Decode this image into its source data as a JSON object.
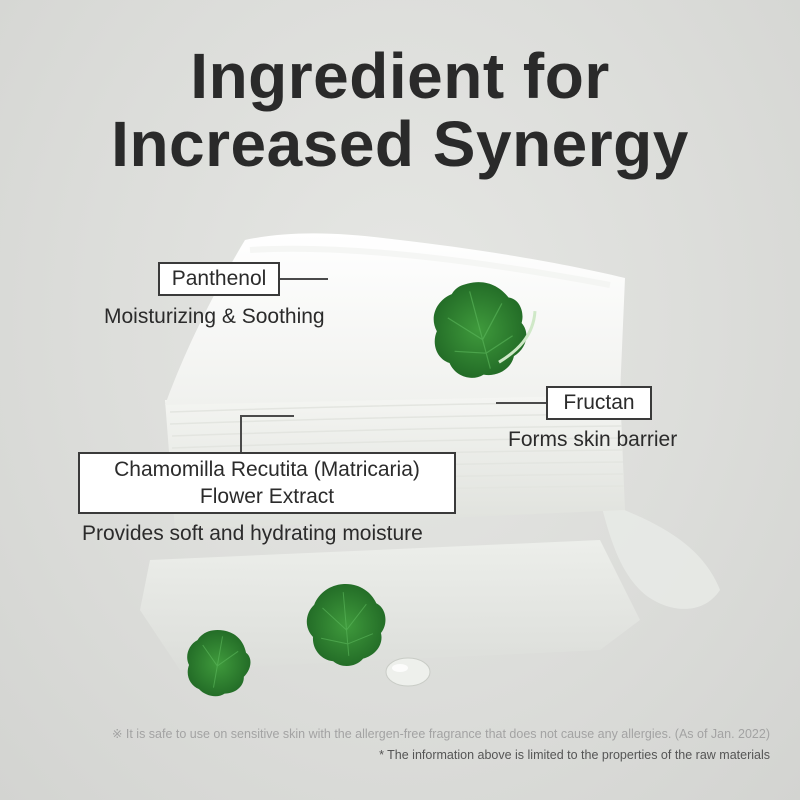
{
  "title": {
    "line1": "Ingredient for",
    "line2": "Increased Synergy"
  },
  "ingredients": [
    {
      "name": "Panthenol",
      "description": "Moisturizing & Soothing"
    },
    {
      "name": "Fructan",
      "description": "Forms skin barrier"
    },
    {
      "name_line1": "Chamomilla Recutita (Matricaria)",
      "name_line2": "Flower Extract",
      "description": "Provides soft and hydrating moisture"
    }
  ],
  "notes": {
    "allergen": "※ It is safe to use on sensitive skin with the allergen-free fragrance that does not cause any allergies. (As of Jan. 2022)",
    "raw_materials": "* The information above is limited to the properties of the raw materials"
  },
  "colors": {
    "background": "#dedfdc",
    "text": "#2b2b2b",
    "leaf": "#2f7d32",
    "pad": "#ffffff"
  }
}
